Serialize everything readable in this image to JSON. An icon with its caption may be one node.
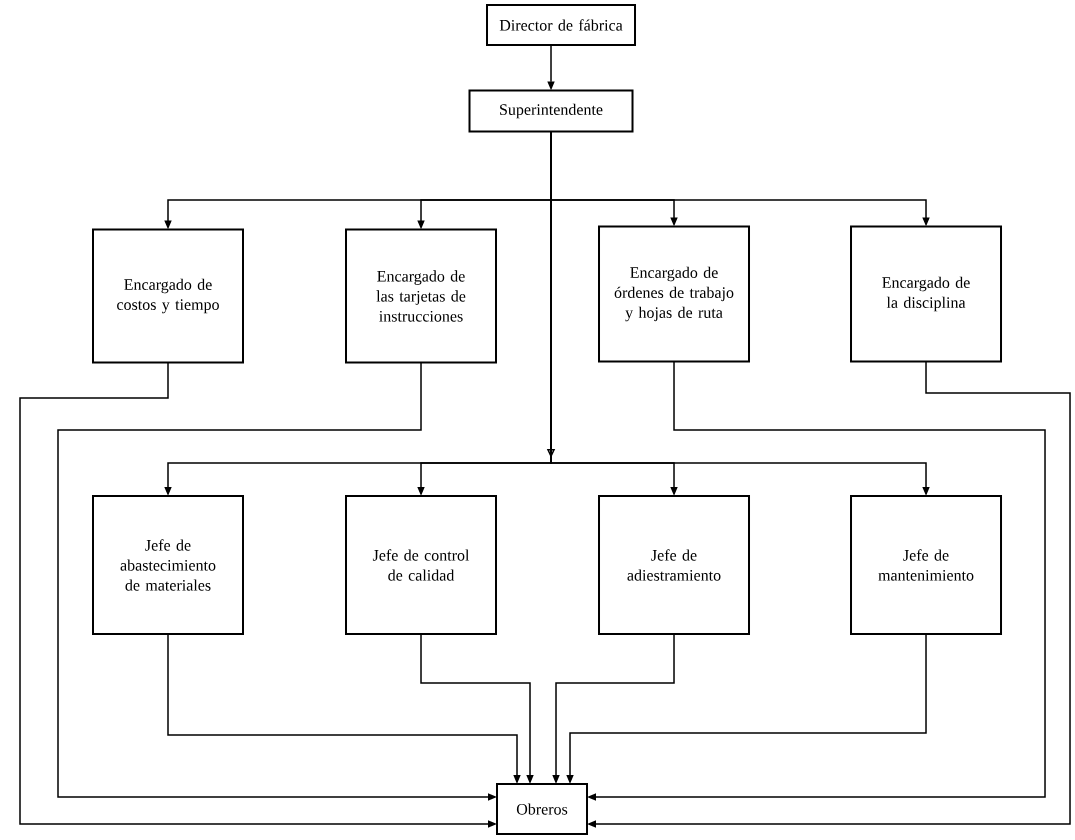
{
  "diagram": {
    "nodes": [
      {
        "text": [
          "Director de fábrica"
        ]
      },
      {
        "text": [
          "Superintendente"
        ]
      },
      {
        "text": [
          "Encargado de costos y tiempo"
        ]
      },
      {
        "text": [
          "Encargado de las tarjetas de instrucciones"
        ]
      },
      {
        "text": [
          "Encargado de órdenes de trabajo y hojas de ruta"
        ]
      },
      {
        "text": [
          "Encargado de la disciplina"
        ]
      },
      {
        "text": [
          "Jefe de abastecimiento de materiales"
        ]
      },
      {
        "text": [
          "Jefe de control de calidad"
        ]
      },
      {
        "text": [
          "Jefe de adiestramiento"
        ]
      },
      {
        "text": [
          "Jefe de mantenimiento"
        ]
      },
      {
        "text": [
          "Obreros"
        ]
      }
    ],
    "edges": [
      {
        "from": 0,
        "to": 1,
        "arrow": "to"
      },
      {
        "from": 1,
        "to": 2,
        "arrow": "to"
      },
      {
        "from": 1,
        "to": 3,
        "arrow": "to"
      },
      {
        "from": 1,
        "to": 4,
        "arrow": "to"
      },
      {
        "from": 1,
        "to": 5,
        "arrow": "to"
      },
      {
        "from": 1,
        "to": 6,
        "arrow": "to"
      },
      {
        "from": 1,
        "to": 7,
        "arrow": "to"
      },
      {
        "from": 1,
        "to": 8,
        "arrow": "to"
      },
      {
        "from": 1,
        "to": 9,
        "arrow": "to"
      },
      {
        "from": 2,
        "to": 10,
        "arrow": "to"
      },
      {
        "from": 3,
        "to": 10,
        "arrow": "to"
      },
      {
        "from": 4,
        "to": 10,
        "arrow": "to"
      },
      {
        "from": 5,
        "to": 10,
        "arrow": "to"
      },
      {
        "from": 6,
        "to": 10,
        "arrow": "to"
      },
      {
        "from": 7,
        "to": 10,
        "arrow": "to"
      },
      {
        "from": 8,
        "to": 10,
        "arrow": "to"
      },
      {
        "from": 9,
        "to": 10,
        "arrow": "to"
      }
    ]
  }
}
